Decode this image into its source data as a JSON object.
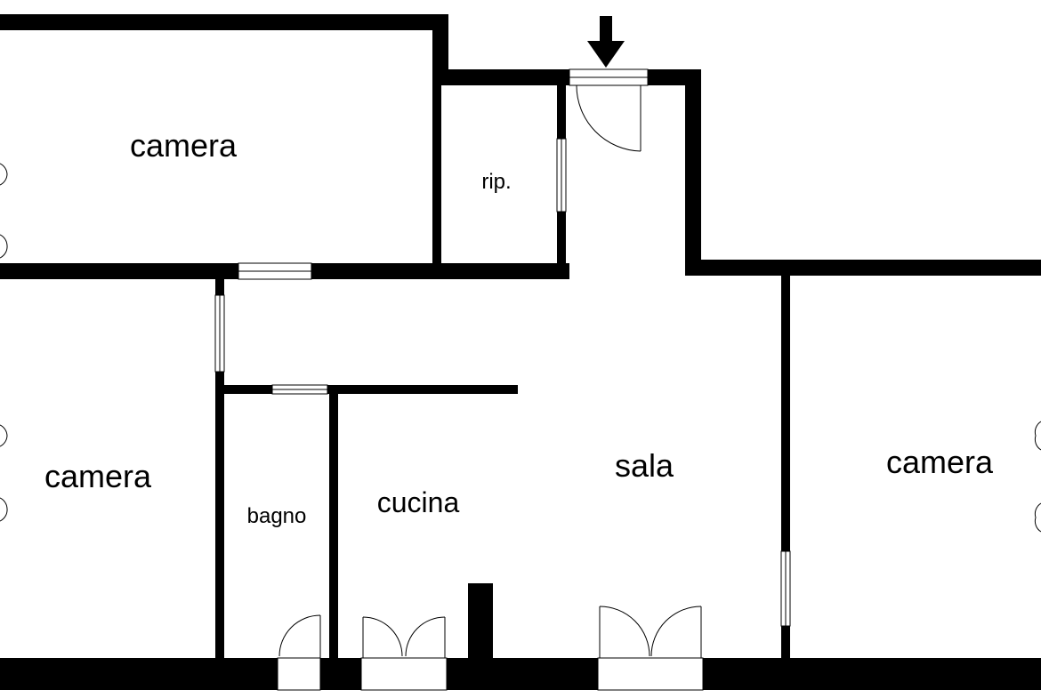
{
  "plan": {
    "wall_color": "#000000",
    "background_color": "#ffffff",
    "rooms": {
      "camera_top": "camera",
      "ripostiglio": "rip.",
      "camera_left": "camera",
      "bagno": "bagno",
      "cucina": "cucina",
      "sala": "sala",
      "camera_right": "camera"
    },
    "entrance_icon": "arrow-down-icon"
  }
}
